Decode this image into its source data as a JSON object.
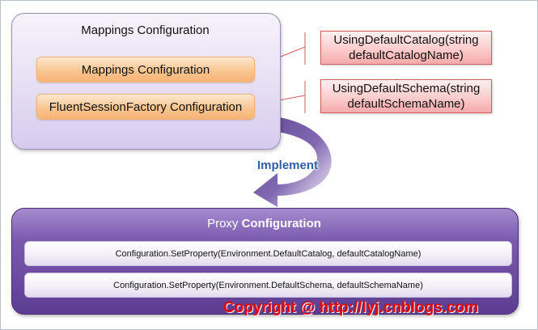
{
  "mappings_configuration": {
    "title": "Mappings Configuration",
    "items": [
      {
        "label": "Mappings Configuration"
      },
      {
        "label": "FluentSessionFactory Configuration"
      }
    ]
  },
  "methods": [
    {
      "line1": "UsingDefaultCatalog(string",
      "line2": "defaultCatalogName)"
    },
    {
      "line1": "UsingDefaultSchema(string",
      "line2": "defaultSchemaName)"
    }
  ],
  "arrow_label": "Implement",
  "proxy_configuration": {
    "title_prefix": "Proxy ",
    "title_bold": "Configuration",
    "rows": [
      {
        "text": "Configuration.SetProperty(Environment.DefaultCatalog, defaultCatalogName)"
      },
      {
        "text": "Configuration.SetProperty(Environment.DefaultSchema, defaultSchemaName)"
      }
    ]
  },
  "watermark": "Copyright @ http://lyj.cnblogs.com",
  "colors": {
    "outer_box": "#e6def3",
    "orange_item": "#f9c690",
    "method_box": "#fbc8c8",
    "proxy_box": "#5d3d92",
    "arrow": "#5a3f8e",
    "implement_text": "#2f5fa8",
    "watermark_text": "#e60000"
  }
}
